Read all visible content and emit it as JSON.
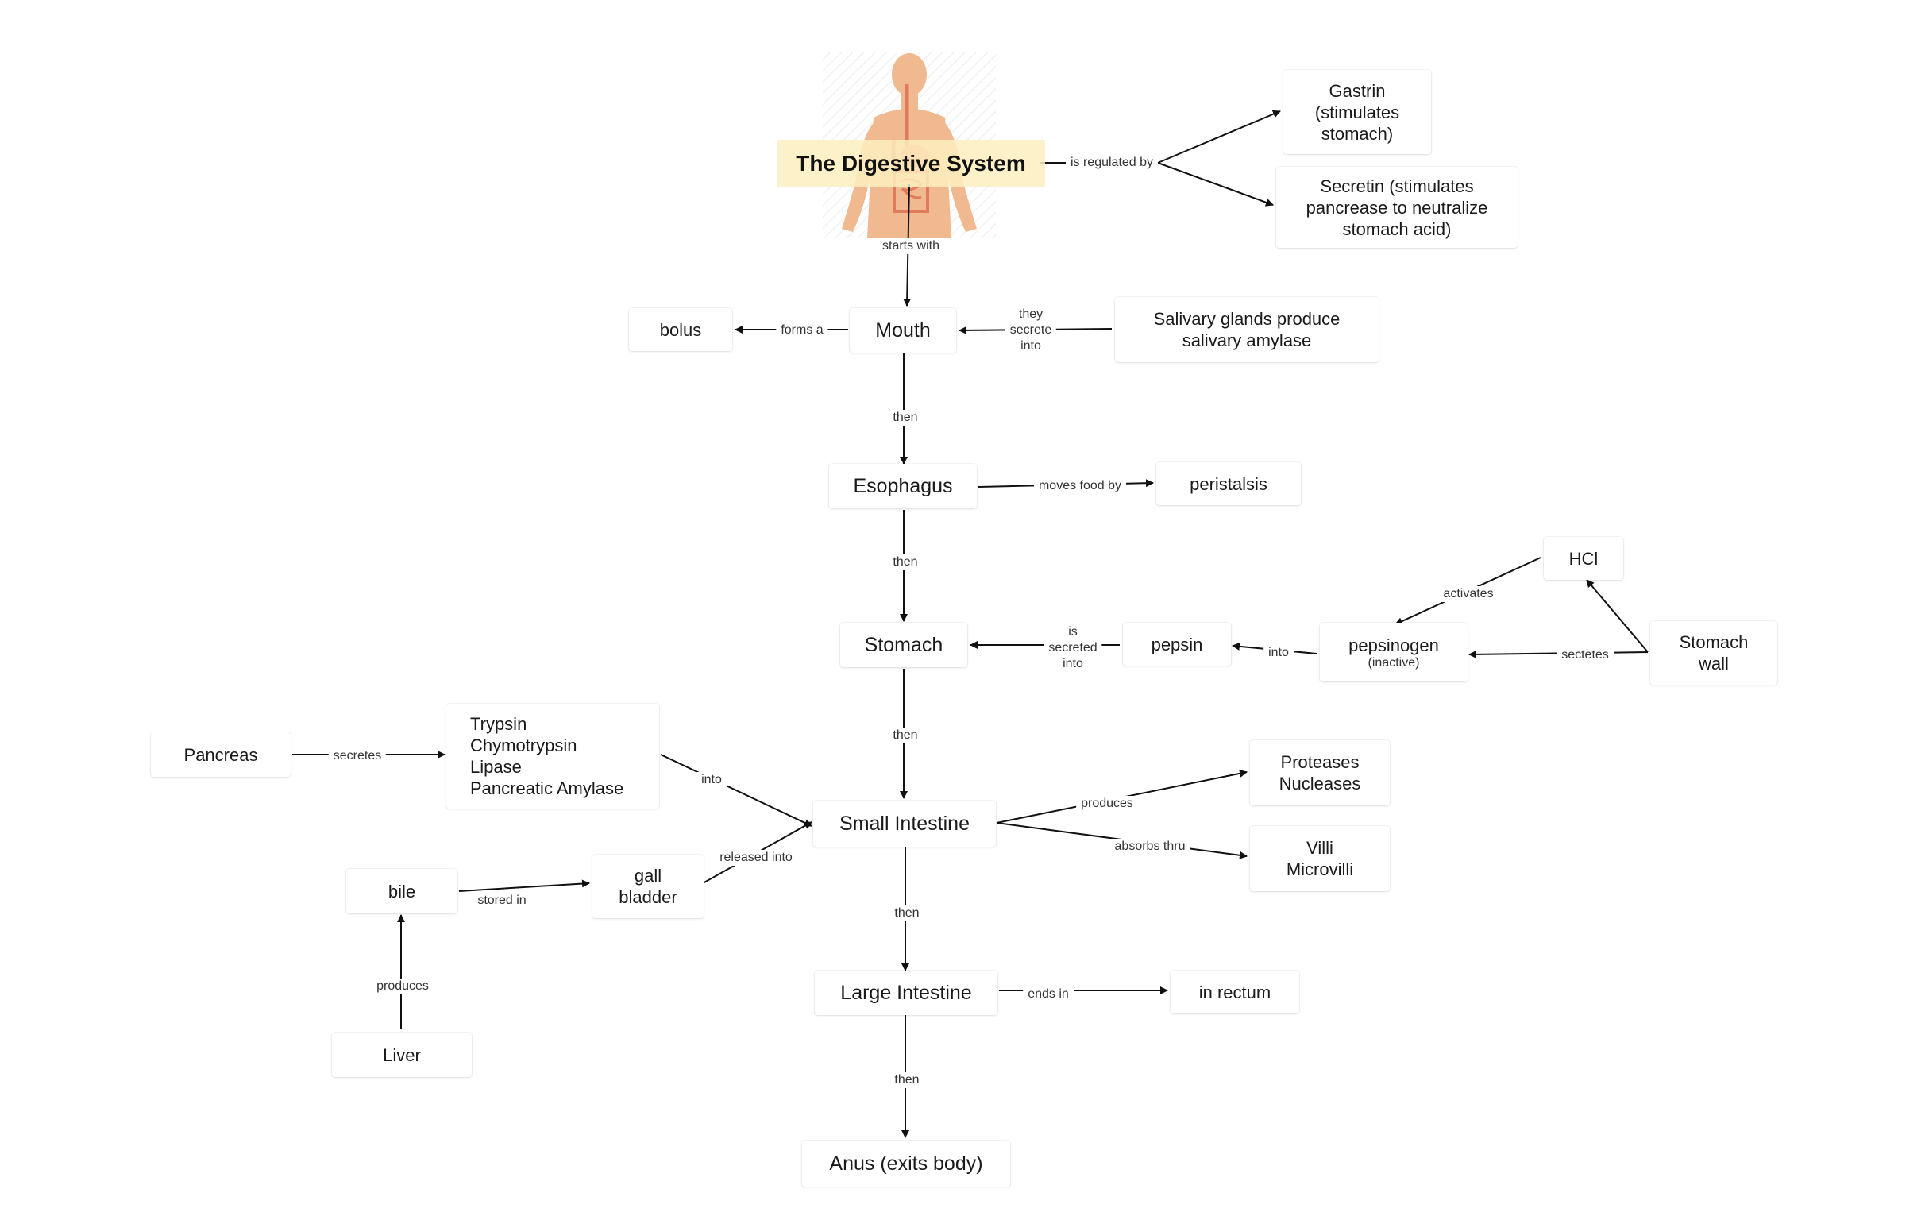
{
  "diagram": {
    "colors": {
      "title_fill": "#fdefbf",
      "body_fill": "#f0b990",
      "organ_fill": "#e07b5b",
      "edge_color": "#111111"
    },
    "illustration": "human-body-digestive-organs",
    "title": "The Digestive System",
    "nodes": {
      "gastrin": "Gastrin\n(stimulates\nstomach)",
      "secretin": "Secretin (stimulates\npancrease to neutralize\nstomach acid)",
      "bolus": "bolus",
      "mouth": "Mouth",
      "salivary": "Salivary glands produce\nsalivary amylase",
      "esophagus": "Esophagus",
      "peristalsis": "peristalsis",
      "hcl": "HCl",
      "stomach": "Stomach",
      "pepsin": "pepsin",
      "pepsinogen": "pepsinogen",
      "pepsinogen_sub": "(inactive)",
      "stomach_wall": "Stomach\nwall",
      "pancreas": "Pancreas",
      "enzymes": "Trypsin\nChymotrypsin\nLipase\nPancreatic Amylase",
      "small_intestine": "Small Intestine",
      "proteases": "Proteases\nNucleases",
      "villi": "Villi\nMicrovilli",
      "bile": "bile",
      "gall_bladder": "gall\nbladder",
      "large_intestine": "Large Intestine",
      "rectum": "in rectum",
      "liver": "Liver",
      "anus": "Anus (exits body)"
    },
    "edge_labels": {
      "regulated": "is regulated by",
      "starts_with": "starts with",
      "forms_a": "forms a",
      "secrete_into": "they\nsecrete\ninto",
      "then_1": "then",
      "moves_food": "moves food by",
      "then_2": "then",
      "activates": "activates",
      "is_secreted_into": "is\nsecreted\ninto",
      "into_1": "into",
      "sectetes": "sectetes",
      "then_3": "then",
      "secretes": "secretes",
      "into_2": "into",
      "produces_1": "produces",
      "absorbs_thru": "absorbs thru",
      "released_into": "released into",
      "stored_in": "stored in",
      "then_4": "then",
      "ends_in": "ends in",
      "produces_2": "produces",
      "then_5": "then"
    }
  }
}
